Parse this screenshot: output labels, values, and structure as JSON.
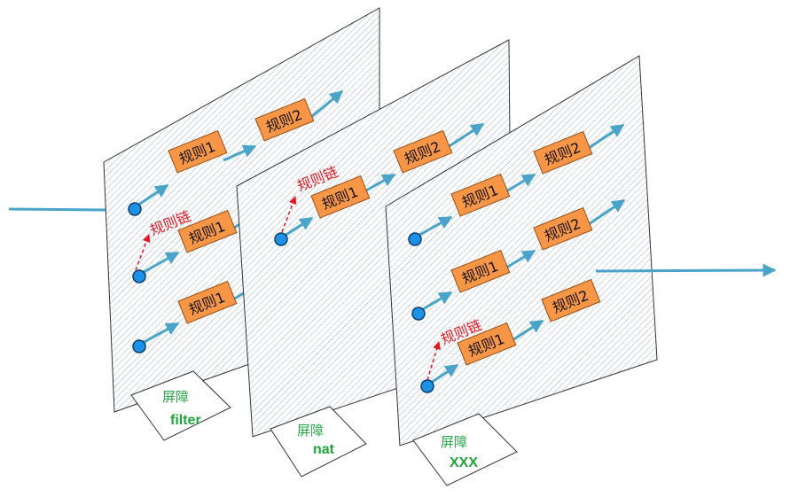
{
  "colors": {
    "hatch": "#9fb6cc",
    "panel_border": "#333333",
    "flow_arrow": "#4aa3c8",
    "node_fill": "#1e90e6",
    "node_stroke": "#0c3f6e",
    "rule_fill": "#f79646",
    "rule_stroke": "#9a4b0f",
    "chain_red": "#e8141c",
    "tag_cn": "#2aa84a",
    "tag_en": "#1fa43a"
  },
  "chain_label": "规则链",
  "barriers": [
    {
      "id": "filter",
      "tag_line1": "屏障",
      "tag_line2": "filter",
      "chains": [
        {
          "rules": [
            "规则1",
            "规则2"
          ],
          "show_chain_label": false
        },
        {
          "rules": [
            "规则1"
          ],
          "show_chain_label": true
        },
        {
          "rules": [
            "规则1"
          ],
          "show_chain_label": false
        }
      ]
    },
    {
      "id": "nat",
      "tag_line1": "屏障",
      "tag_line2": "nat",
      "chains": [
        {
          "rules": [
            "规则1",
            "规则2"
          ],
          "show_chain_label": true
        }
      ]
    },
    {
      "id": "xxx",
      "tag_line1": "屏障",
      "tag_line2": "XXX",
      "chains": [
        {
          "rules": [
            "规则1",
            "规则2"
          ],
          "show_chain_label": false
        },
        {
          "rules": [
            "规则1",
            "规则2"
          ],
          "show_chain_label": false
        },
        {
          "rules": [
            "规则1",
            "规则2"
          ],
          "show_chain_label": true
        }
      ]
    }
  ]
}
